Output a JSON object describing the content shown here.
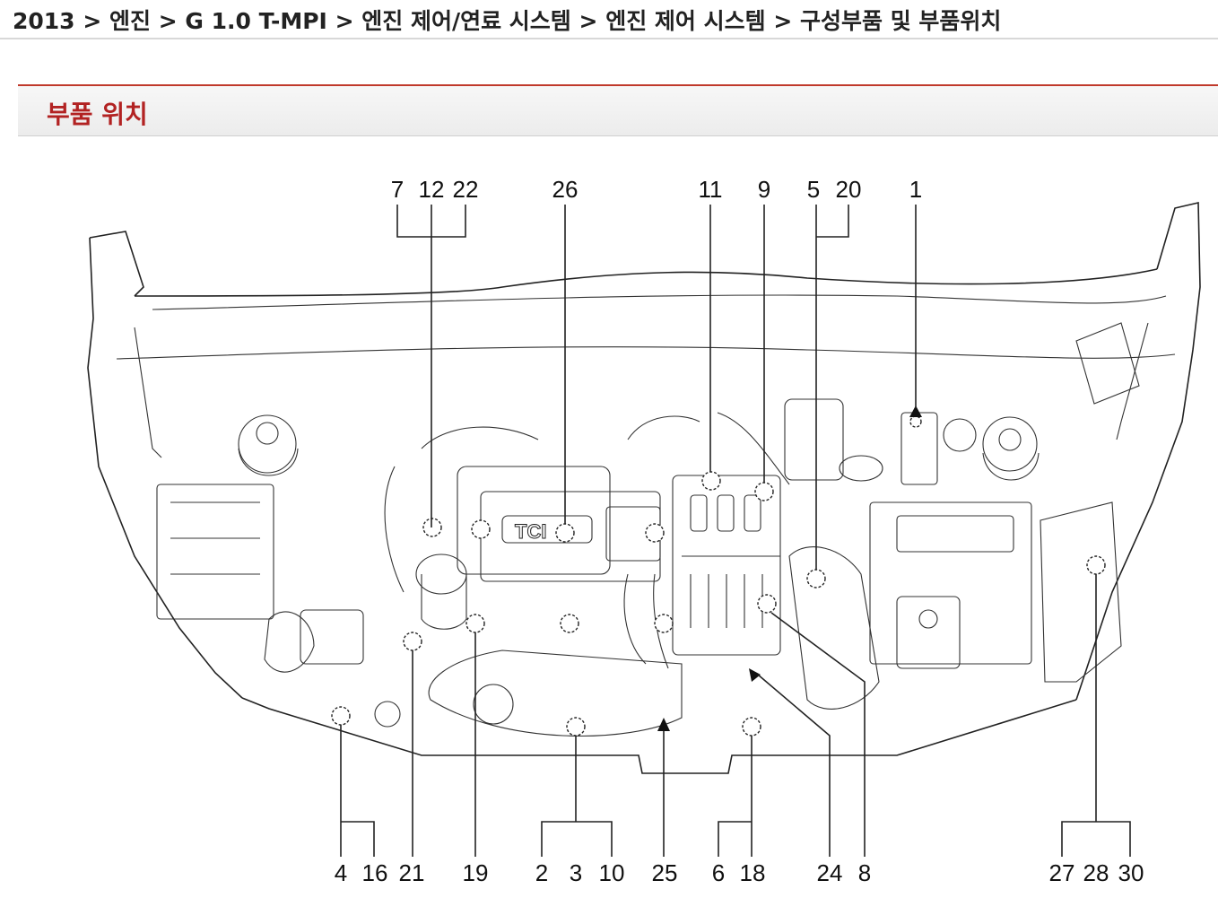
{
  "breadcrumb": {
    "year": "2013",
    "sep": ">",
    "c1": "엔진",
    "c2": "G 1.0 T-MPI",
    "c3": "엔진 제어/연료 시스템",
    "c4": "엔진 제어 시스템",
    "c5": "구성부품 및 부품위치"
  },
  "section": {
    "title": "부품 위치"
  },
  "diagram": {
    "engraving": "TCI",
    "top_labels": [
      "7",
      "12",
      "22",
      "26",
      "11",
      "9",
      "5",
      "20",
      "1"
    ],
    "bottom_labels": [
      "4",
      "16",
      "21",
      "19",
      "2",
      "3",
      "10",
      "25",
      "6",
      "18",
      "24",
      "8",
      "27",
      "28",
      "30"
    ]
  }
}
